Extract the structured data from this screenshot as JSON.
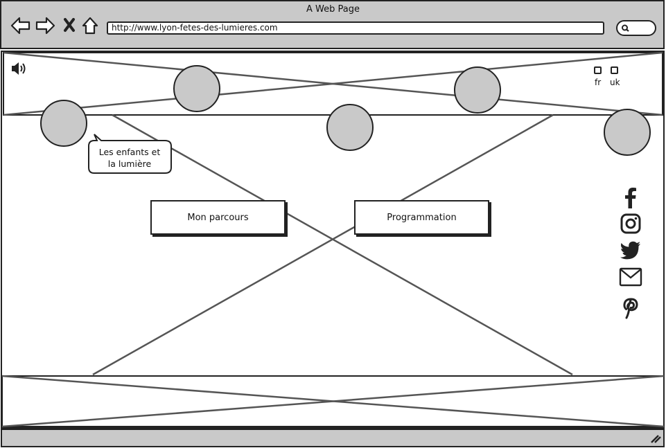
{
  "browser": {
    "window_title": "A Web Page",
    "url": "http://www.lyon-fetes-des-lumieres.com",
    "nav_icons": [
      "back-arrow-icon",
      "forward-arrow-icon",
      "close-icon",
      "home-icon",
      "search-icon"
    ]
  },
  "header": {
    "sound_icon": "speaker-icon",
    "languages": [
      {
        "code": "fr",
        "label": "fr"
      },
      {
        "code": "uk",
        "label": "uk"
      }
    ]
  },
  "speech_bubble": {
    "line1": "Les enfants et",
    "line2": "la lumière"
  },
  "main": {
    "buttons": [
      {
        "label": "Mon parcours"
      },
      {
        "label": "Programmation"
      }
    ]
  },
  "social": [
    "facebook-icon",
    "instagram-icon",
    "twitter-icon",
    "mail-icon",
    "pinterest-icon"
  ],
  "status_bar": {
    "resize_icon": "resize-grip-icon"
  }
}
